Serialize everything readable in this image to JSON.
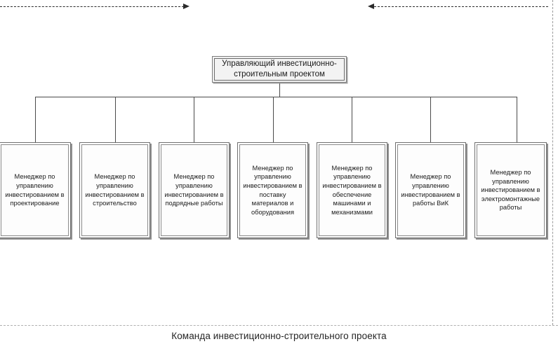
{
  "chart": {
    "type": "org-chart",
    "caption": "Команда инвестиционно-строительного проекта",
    "root": {
      "label": "Управляющий инвестиционно-строительным проектом"
    },
    "children": [
      {
        "label": "Менеджер по управлению инвестированием в проектирование"
      },
      {
        "label": "Менеджер по управлению инвестированием в строительство"
      },
      {
        "label": "Менеджер по управлению инвестированием в подрядные работы"
      },
      {
        "label": "Менеджер по управлению инвестированием в поставку материалов и оборудования"
      },
      {
        "label": "Менеджер по управлению инвестированием в обеспечение машинами и механизмами"
      },
      {
        "label": "Менеджер по управлению инвестированием в работы ВиК"
      },
      {
        "label": "Менеджер по управлению инвестированием в электромонтажные работы"
      }
    ]
  },
  "colors": {
    "root_fill": "#f2f2f2",
    "node_fill": "#ffffff",
    "border": "#6f6f6f",
    "connector": "#4a4a4a",
    "guide": "#9a9a9a",
    "text": "#1a1a1a"
  }
}
